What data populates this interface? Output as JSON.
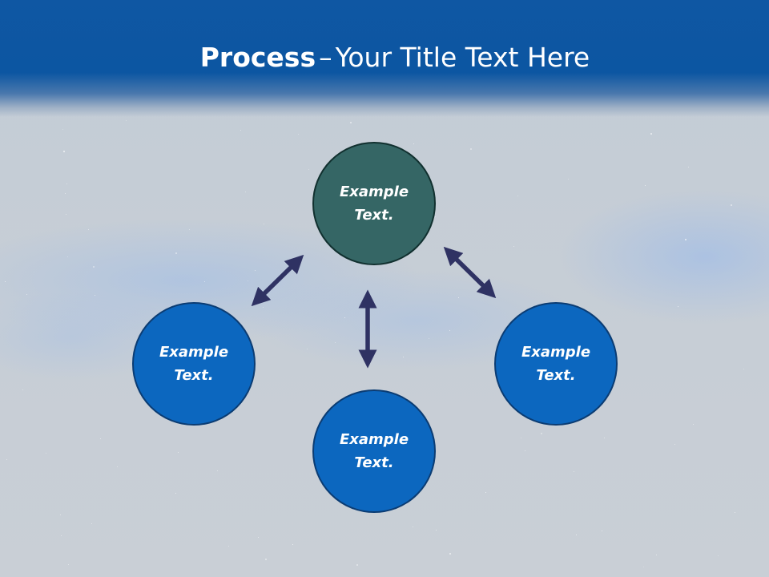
{
  "slide": {
    "title_bold": "Process",
    "title_sep": "–",
    "title_rest": "Your Title Text Here"
  },
  "nodes": [
    {
      "id": "top",
      "text": "Example Text."
    },
    {
      "id": "left",
      "text": "Example Text."
    },
    {
      "id": "bottom",
      "text": "Example Text."
    },
    {
      "id": "right",
      "text": "Example Text."
    }
  ],
  "colors": {
    "header": "#0c56a2",
    "top_node": "#356665",
    "other_nodes": "#0c67bf",
    "arrows": "#2f3263"
  }
}
